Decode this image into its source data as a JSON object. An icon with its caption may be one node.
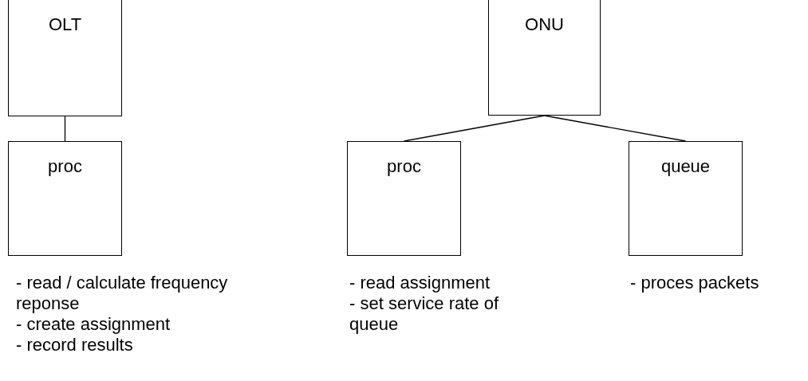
{
  "diagram": {
    "nodes": [
      {
        "text": [
          "OLT"
        ]
      },
      {
        "text": [
          "proc"
        ],
        "beside": [
          "- read / calculate frequency reponse",
          "- create assignment",
          "- record results"
        ]
      },
      {
        "text": [
          "ONU"
        ]
      },
      {
        "text": [
          "proc"
        ],
        "beside": [
          "- read assignment",
          "- set service rate of queue"
        ]
      },
      {
        "text": [
          "queue"
        ],
        "beside": [
          "- proces packets"
        ]
      }
    ],
    "edges": [
      {
        "from": 0,
        "to": 1,
        "arrow": "none"
      },
      {
        "from": 2,
        "to": 3,
        "arrow": "none"
      },
      {
        "from": 2,
        "to": 4,
        "arrow": "none"
      }
    ]
  }
}
